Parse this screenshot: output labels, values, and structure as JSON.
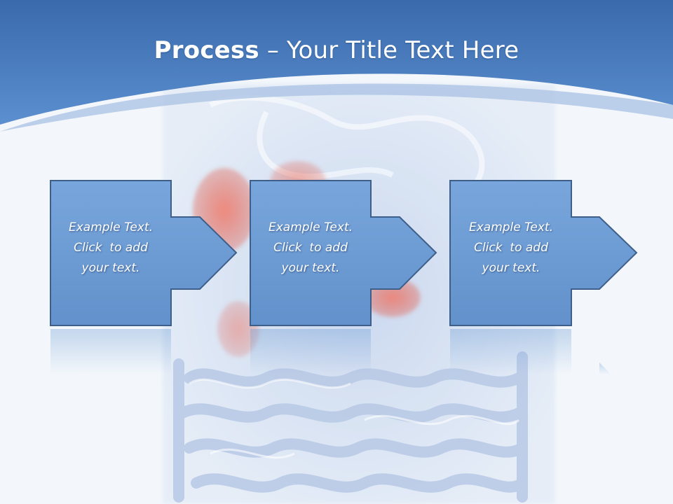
{
  "slide": {
    "title_bold": "Process",
    "title_dash": " – ",
    "title_rest": "Your Title Text Here",
    "steps": [
      {
        "line1": "Example Text.",
        "line2": "Click  to add",
        "line3": "your text."
      },
      {
        "line1": "Example Text.",
        "line2": "Click  to add",
        "line3": "your text."
      },
      {
        "line1": "Example Text.",
        "line2": "Click  to add",
        "line3": "your text."
      }
    ]
  },
  "colors": {
    "header_blue": "#4a7fc6",
    "box_fill": "#6a9ad3",
    "box_stroke": "#3e5f8a",
    "background": "#f3f7fb",
    "organ_red": "#e06050"
  }
}
